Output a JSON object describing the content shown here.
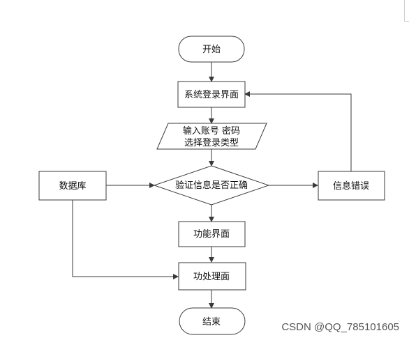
{
  "diagram": {
    "start": "开始",
    "login_screen": "系统登录界面",
    "input_line1": "输入账号 密码",
    "input_line2": "选择登录类型",
    "database": "数据库",
    "verify": "验证信息是否正确",
    "error": "信息错误",
    "function_screen": "功能界面",
    "process_screen": "功处理面",
    "end": "结束"
  },
  "watermark": "CSDN @QQ_785101605",
  "colors": {
    "stroke": "#3a3a3a",
    "text": "#111111",
    "background": "#ffffff"
  }
}
